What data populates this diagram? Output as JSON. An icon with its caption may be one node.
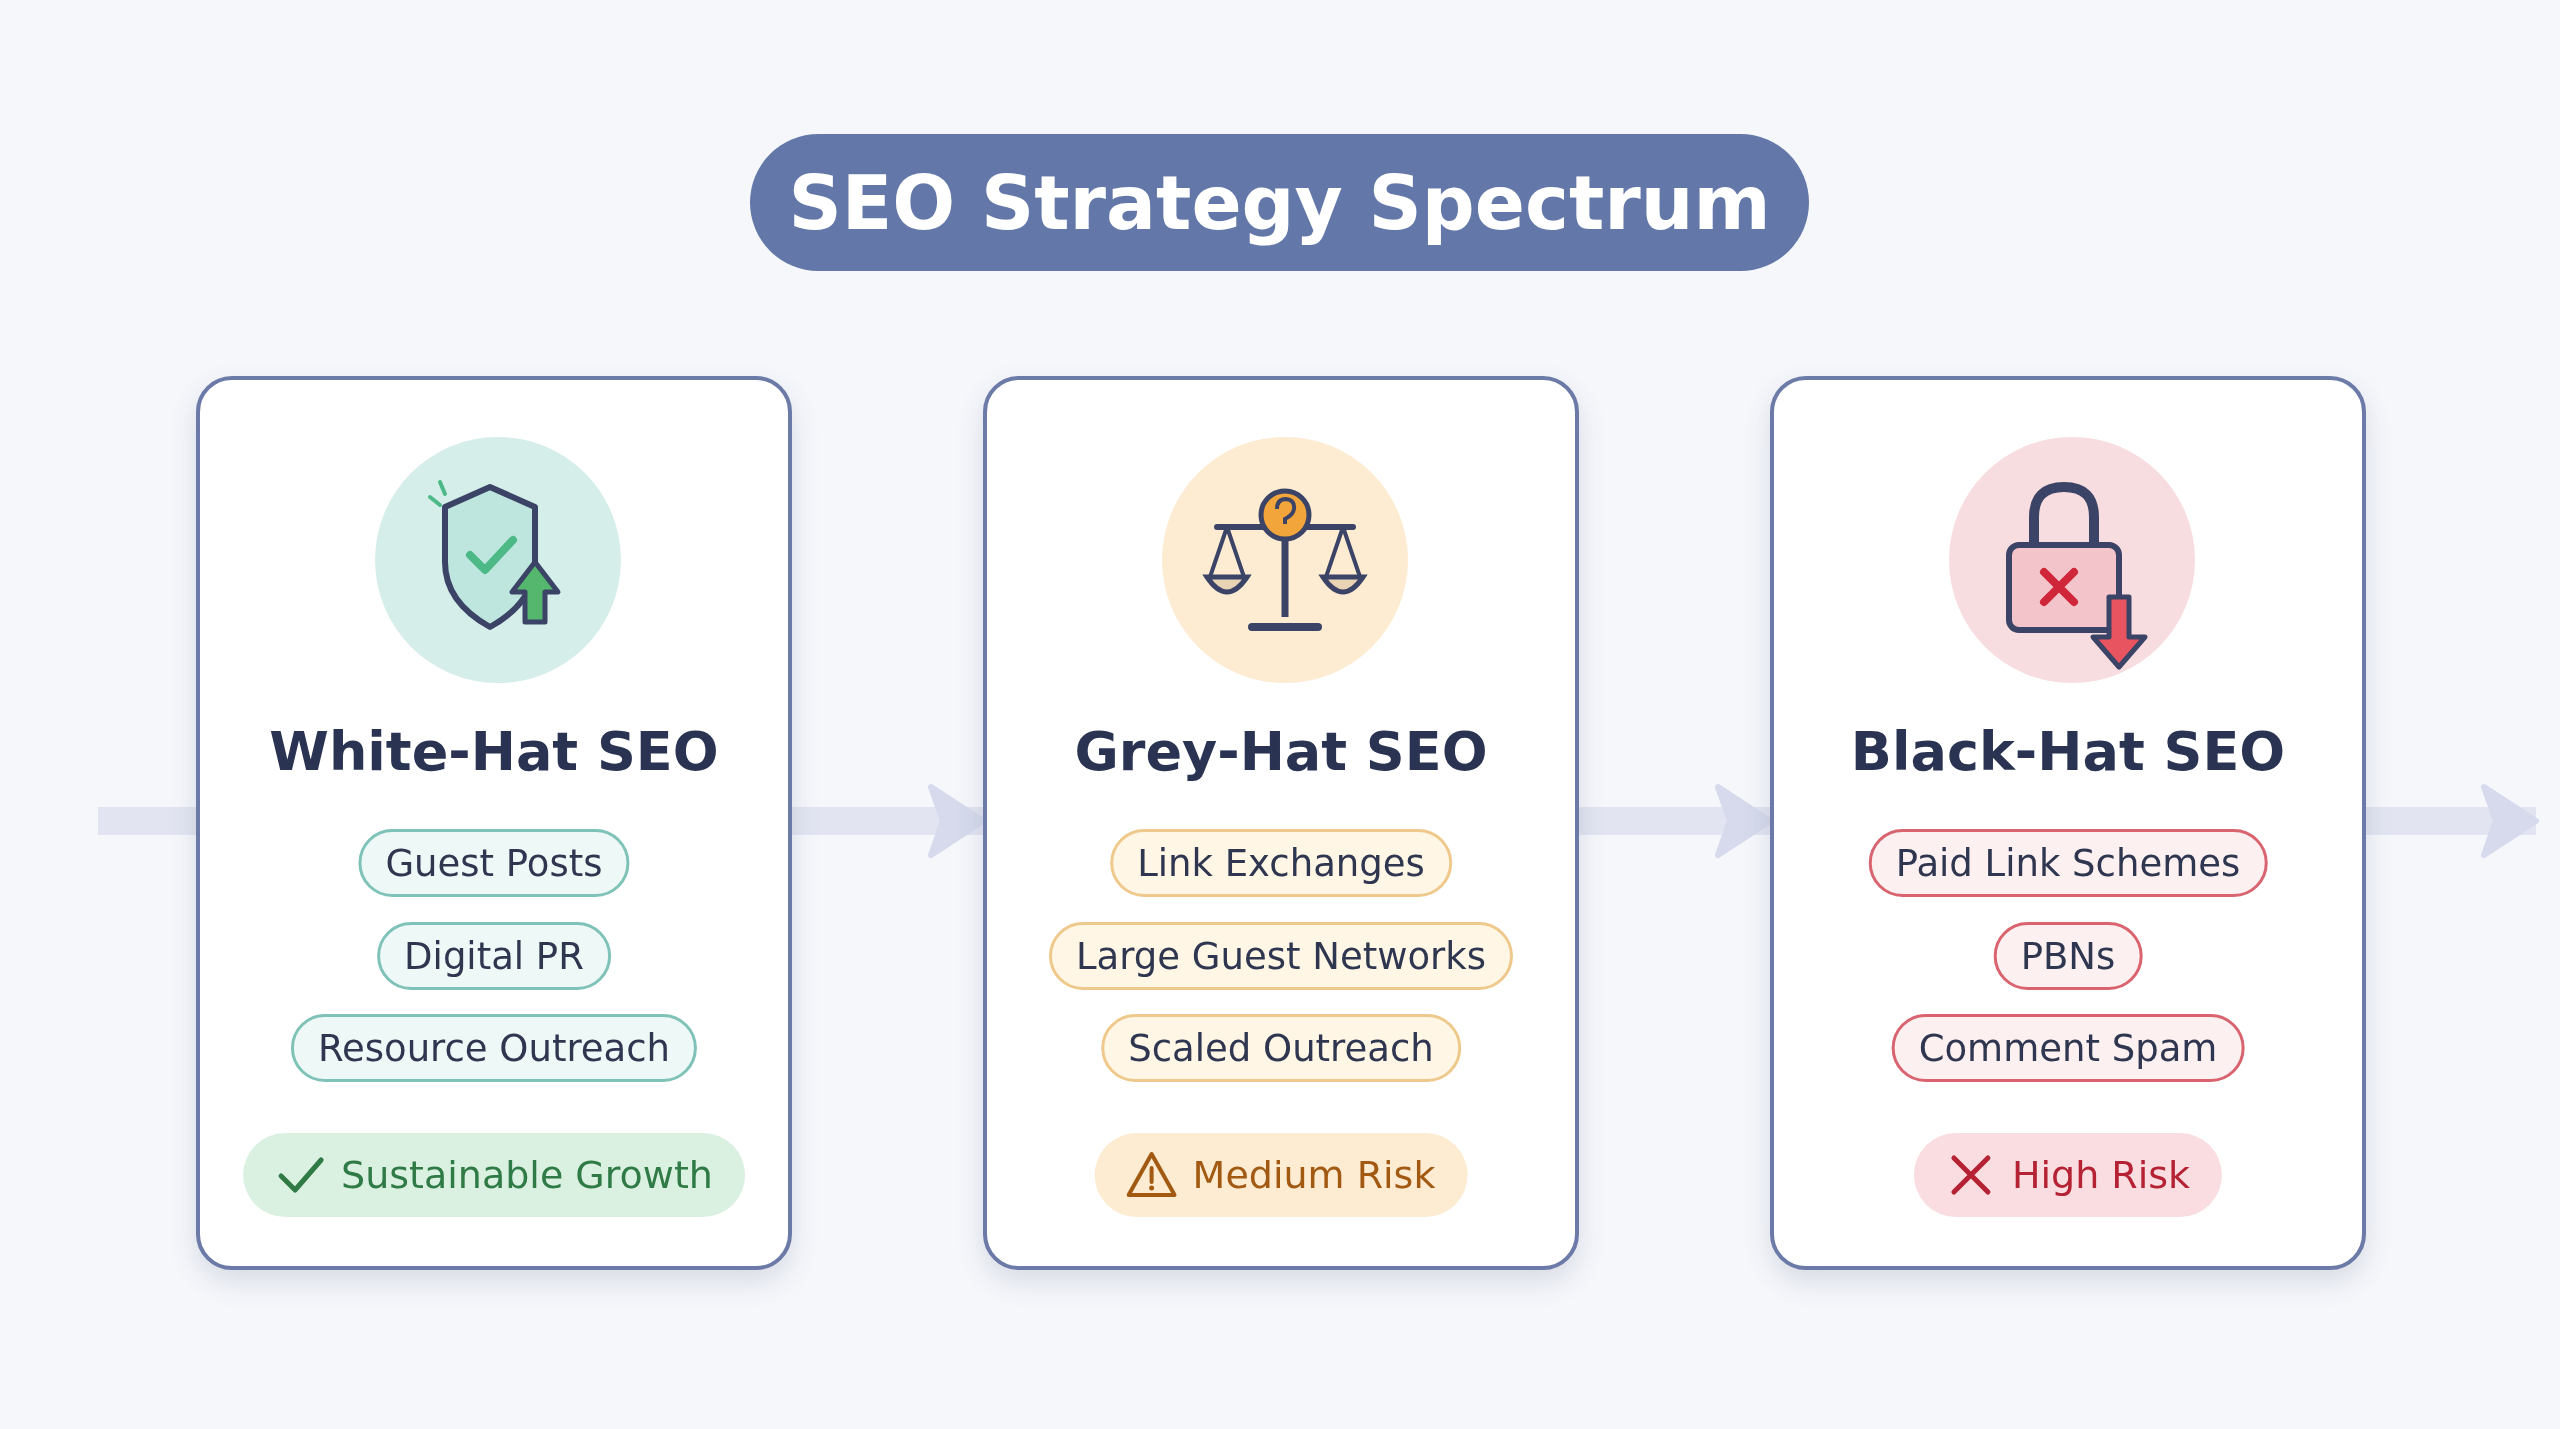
{
  "diagram": {
    "title": "SEO Strategy Spectrum",
    "nodes": [
      {
        "text": [
          "White-Hat SEO"
        ]
      },
      {
        "text": [
          "Guest Posts"
        ],
        "in": 0
      },
      {
        "text": [
          "Digital PR"
        ],
        "in": 0
      },
      {
        "text": [
          "Resource Outreach"
        ],
        "in": 0
      },
      {
        "text": [
          "Sustainable Growth"
        ],
        "in": 0
      },
      {
        "text": [
          "Grey-Hat SEO"
        ]
      },
      {
        "text": [
          "Link Exchanges"
        ],
        "in": 5
      },
      {
        "text": [
          "Large Guest Networks"
        ],
        "in": 5
      },
      {
        "text": [
          "Scaled Outreach"
        ],
        "in": 5
      },
      {
        "text": [
          "Medium Risk"
        ],
        "in": 5
      },
      {
        "text": [
          "Black-Hat SEO"
        ]
      },
      {
        "text": [
          "Paid Link Schemes"
        ],
        "in": 10
      },
      {
        "text": [
          "PBNs"
        ],
        "in": 10
      },
      {
        "text": [
          "Comment Spam"
        ],
        "in": 10
      },
      {
        "text": [
          "High Risk"
        ],
        "in": 10
      }
    ],
    "edges": [
      {
        "from": null,
        "to": 0,
        "arrow": "none"
      },
      {
        "from": 0,
        "to": 5,
        "arrow": "to"
      },
      {
        "from": 5,
        "to": 10,
        "arrow": "to"
      },
      {
        "from": 10,
        "to": null,
        "arrow": "to"
      }
    ]
  }
}
